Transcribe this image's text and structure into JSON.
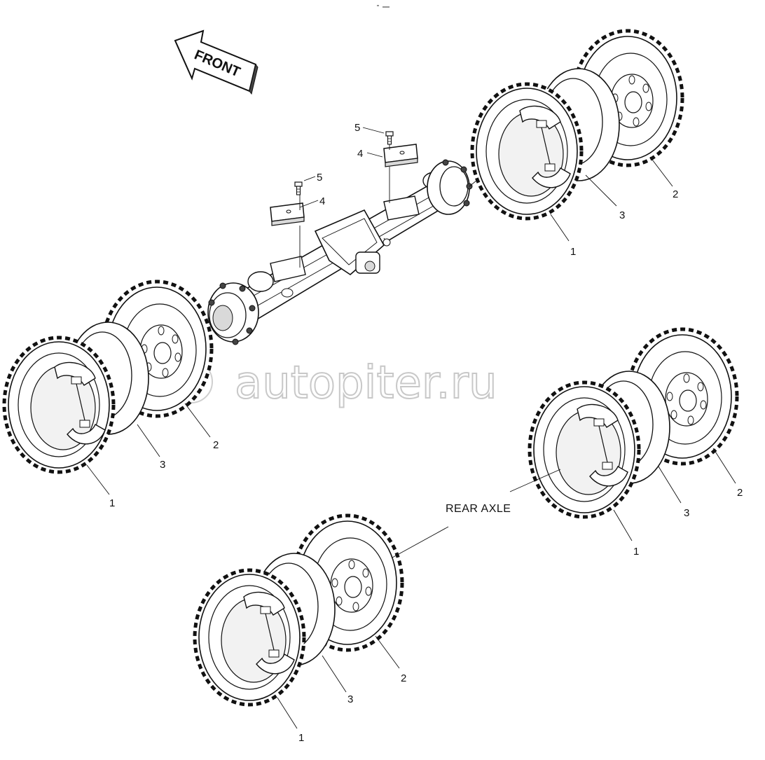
{
  "front_arrow_label": "FRONT",
  "rear_axle_label": "REAR AXLE",
  "watermark_text": "autopiter.ru",
  "callouts": {
    "front_right_tire": "1",
    "front_right_rim": "2",
    "front_right_weight": "3",
    "front_left_tire": "1",
    "front_left_rim": "2",
    "front_left_weight": "3",
    "rear_right_tire": "1",
    "rear_right_rim": "2",
    "rear_right_weight": "3",
    "rear_left_tire": "1",
    "rear_left_rim": "2",
    "rear_left_weight": "3",
    "cover_plate_left": "4",
    "bolt_left": "5",
    "cover_plate_right": "4",
    "bolt_right": "5"
  },
  "colors": {
    "line": "#111111",
    "shade": "#d9d9d9",
    "watermark": "#c8c8c8"
  }
}
